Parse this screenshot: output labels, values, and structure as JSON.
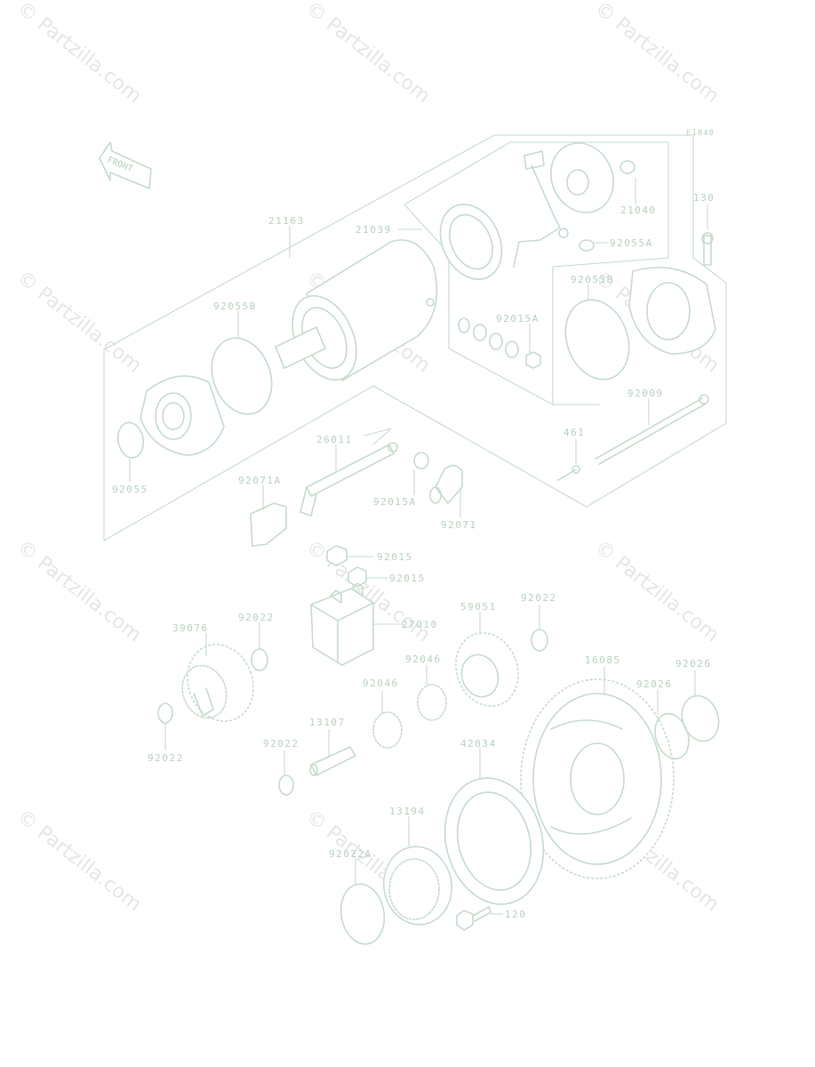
{
  "diagram": {
    "code": "E1840",
    "direction_label": "FRONT",
    "watermark": "© Partzilla.com",
    "labels": {
      "p21163": "21163",
      "p21039": "21039",
      "p21040": "21040",
      "p130": "130",
      "p92055A": "92055A",
      "p92055B_right": "92055B",
      "p92055B_left": "92055B",
      "p92015A_top": "92015A",
      "p92009": "92009",
      "p461": "461",
      "p92055": "92055",
      "p26011": "26011",
      "p92071A": "92071A",
      "p92015A_mid": "92015A",
      "p92071": "92071",
      "p92015_a": "92015",
      "p92015_b": "92015",
      "p27010": "27010",
      "p39076": "39076",
      "p92022_a": "92022",
      "p59051": "59051",
      "p92022_b": "92022",
      "p92046_a": "92046",
      "p92046_b": "92046",
      "p16085": "16085",
      "p92026_a": "92026",
      "p92026_b": "92026",
      "p92022_c": "92022",
      "p13107": "13107",
      "p92022_d": "92022",
      "p42034": "42034",
      "p13194": "13194",
      "p92022A": "92022A",
      "p120": "120"
    }
  }
}
